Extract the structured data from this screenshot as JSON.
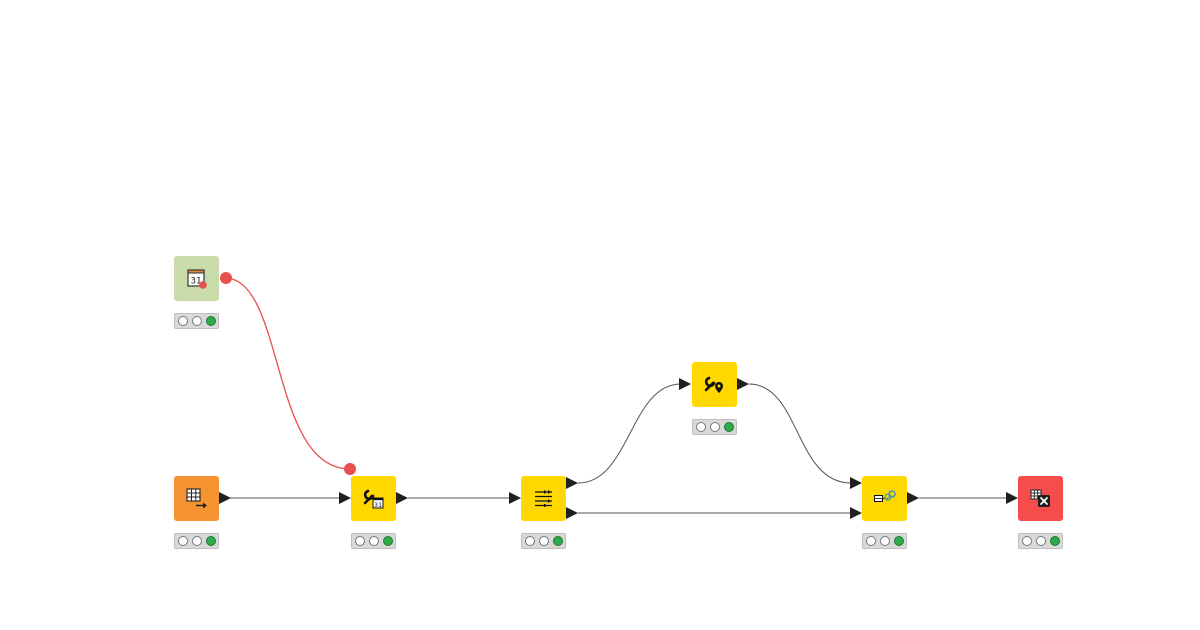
{
  "workflow": {
    "colors": {
      "source": "#f59231",
      "manipulator": "#ffd800",
      "sink": "#f54c4c",
      "config": "#c9dba8",
      "flow_variable_connection": "#e85050",
      "data_connection": "#555555",
      "port": "#1f1f1f",
      "status_light_green": "#2eaa4a"
    },
    "nodes": [
      {
        "id": "date-time-widget",
        "kind": "config",
        "icon": "calendar-widget-icon",
        "status": "executed"
      },
      {
        "id": "table-creator",
        "kind": "source",
        "icon": "table-creator-icon",
        "status": "executed"
      },
      {
        "id": "date-time-configuration",
        "kind": "manipulator",
        "icon": "wrench-calendar-icon",
        "status": "executed"
      },
      {
        "id": "column-splitter",
        "kind": "manipulator",
        "icon": "column-splitter-icon",
        "status": "executed"
      },
      {
        "id": "geo-manipulator",
        "kind": "manipulator",
        "icon": "wrench-location-icon",
        "status": "executed"
      },
      {
        "id": "joiner",
        "kind": "manipulator",
        "icon": "joiner-icon",
        "status": "executed"
      },
      {
        "id": "excel-writer",
        "kind": "sink",
        "icon": "excel-writer-icon",
        "status": "executed"
      }
    ],
    "connections": [
      {
        "from": "date-time-widget",
        "to": "date-time-configuration",
        "type": "flow-variable"
      },
      {
        "from": "table-creator",
        "to": "date-time-configuration",
        "type": "data"
      },
      {
        "from": "date-time-configuration",
        "to": "column-splitter",
        "type": "data"
      },
      {
        "from": "column-splitter",
        "to": "geo-manipulator",
        "type": "data"
      },
      {
        "from": "column-splitter",
        "to": "joiner",
        "type": "data"
      },
      {
        "from": "geo-manipulator",
        "to": "joiner",
        "type": "data"
      },
      {
        "from": "joiner",
        "to": "excel-writer",
        "type": "data"
      }
    ]
  }
}
